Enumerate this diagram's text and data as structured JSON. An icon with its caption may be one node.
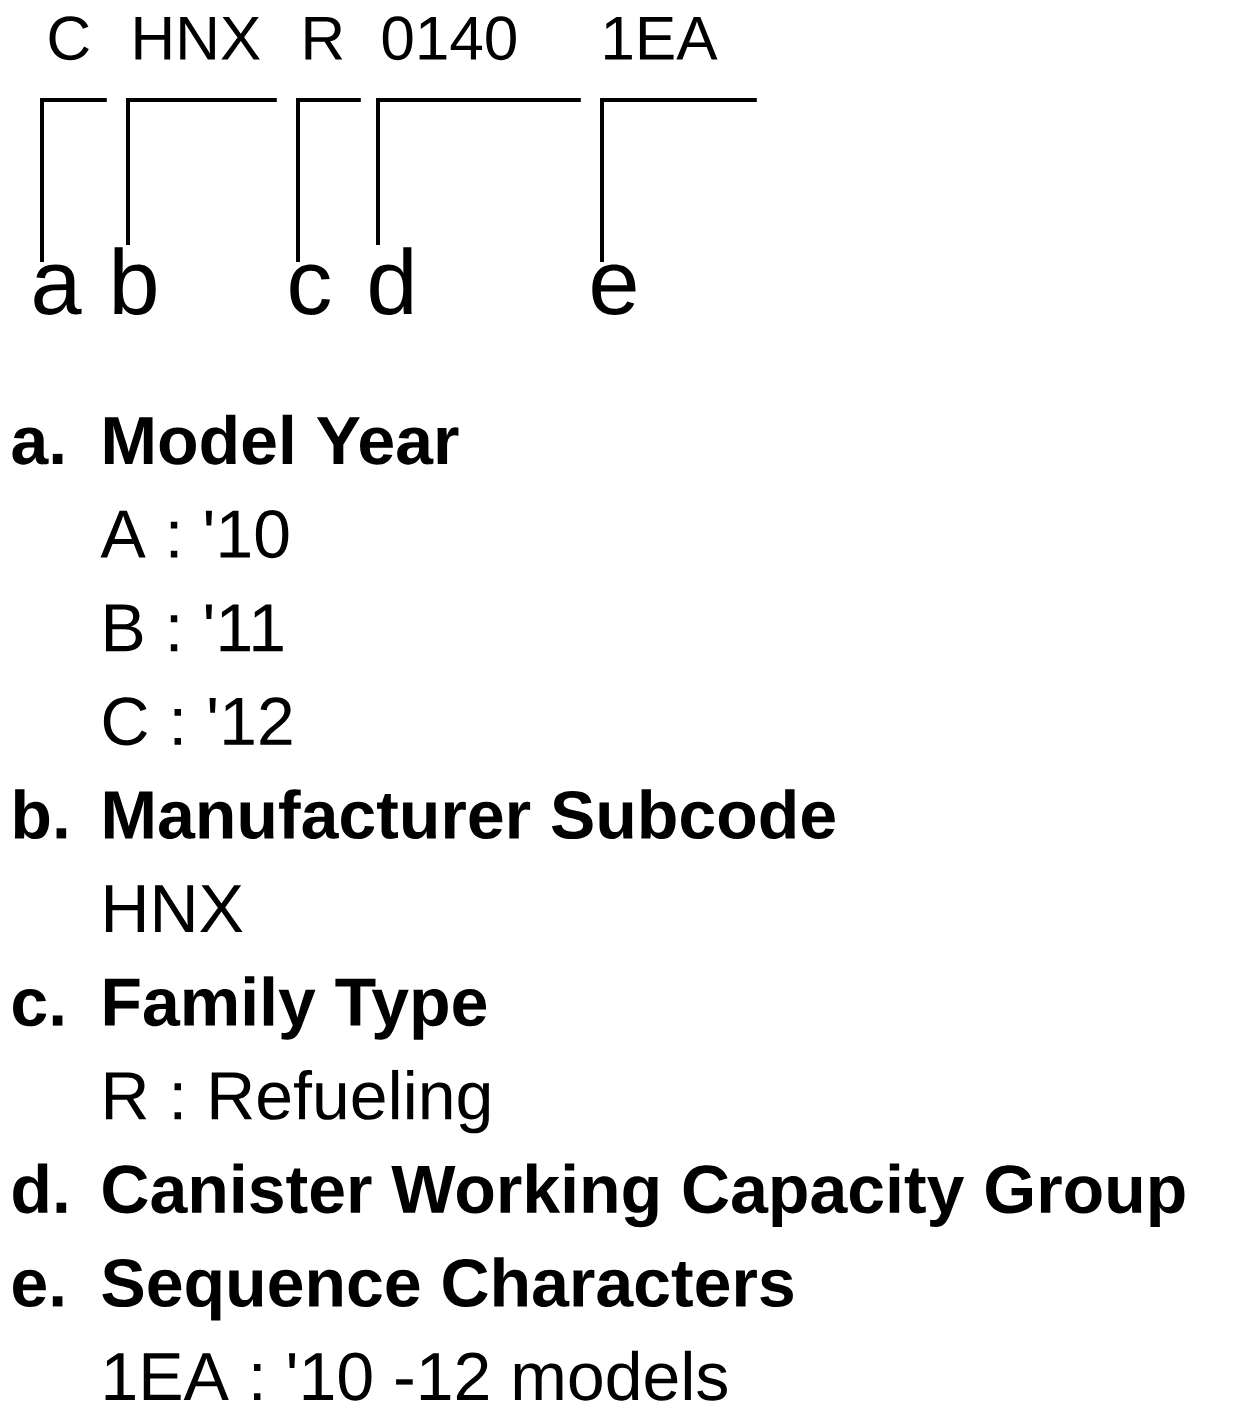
{
  "diagram": {
    "nodes": [
      {
        "text": [
          "C"
        ]
      },
      {
        "text": [
          "HNX"
        ]
      },
      {
        "text": [
          "R"
        ]
      },
      {
        "text": [
          "0140"
        ]
      },
      {
        "text": [
          "1EA"
        ]
      },
      {
        "text": [
          "a"
        ]
      },
      {
        "text": [
          "b"
        ]
      },
      {
        "text": [
          "c"
        ]
      },
      {
        "text": [
          "d"
        ]
      },
      {
        "text": [
          "e"
        ]
      }
    ],
    "edges": [
      {
        "from": 5,
        "to": 0,
        "arrow": "none"
      },
      {
        "from": 6,
        "to": 1,
        "arrow": "none"
      },
      {
        "from": 7,
        "to": 2,
        "arrow": "none"
      },
      {
        "from": 8,
        "to": 3,
        "arrow": "none"
      },
      {
        "from": 9,
        "to": 4,
        "arrow": "none"
      }
    ],
    "labels": [
      "a.",
      "Model Year",
      "A : '10",
      "B : '11",
      "C : '12",
      "b.",
      "Manufacturer Subcode",
      "HNX",
      "c.",
      "Family Type",
      "R : Refueling",
      "d.",
      "Canister Working Capacity Group",
      "e.",
      "Sequence Characters",
      "1EA : '10 -12 models"
    ]
  }
}
